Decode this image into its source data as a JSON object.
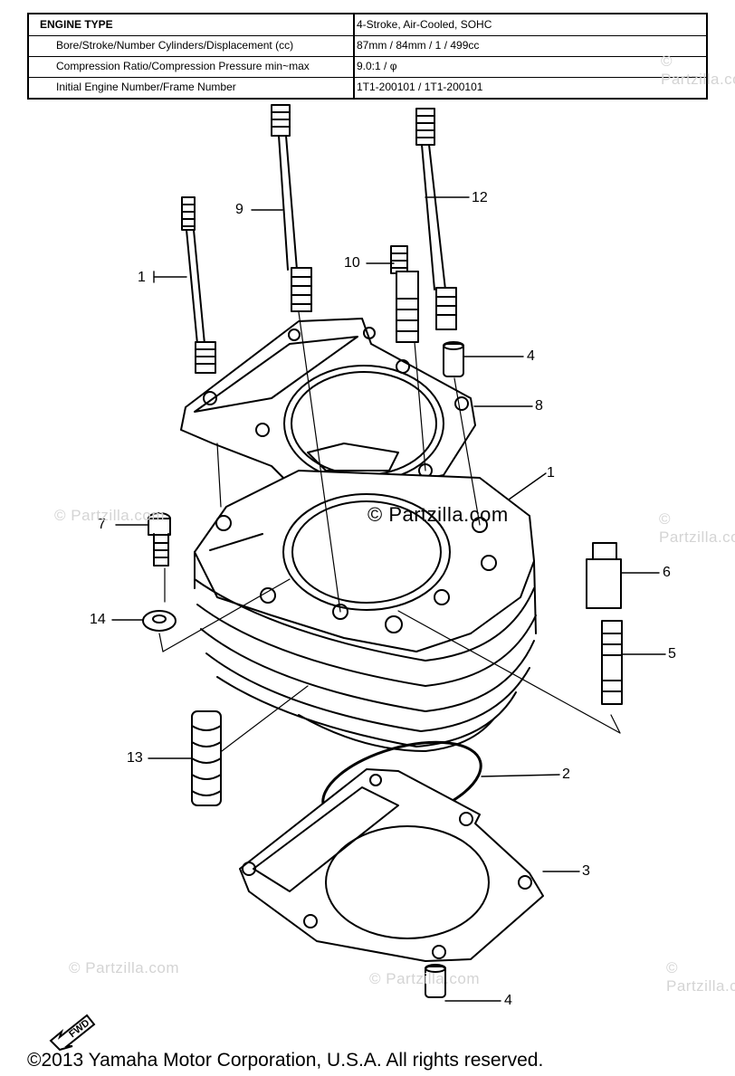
{
  "spec_table": {
    "rows": [
      {
        "label": "ENGINE TYPE",
        "value": "4-Stroke, Air-Cooled, SOHC"
      },
      {
        "label": "Bore/Stroke/Number Cylinders/Displacement (cc)",
        "value": "87mm / 84mm / 1 / 499cc"
      },
      {
        "label": "Compression Ratio/Compression Pressure min~max",
        "value": "9.0:1 / φ"
      },
      {
        "label": "Initial Engine Number/Frame Number",
        "value": "1T1-200101 / 1T1-200101"
      }
    ]
  },
  "callouts": {
    "c1": "1",
    "c1b": "1",
    "c2": "2",
    "c3": "3",
    "c4a": "4",
    "c4b": "4",
    "c5": "5",
    "c6": "6",
    "c7": "7",
    "c8": "8",
    "c9": "9",
    "c10": "10",
    "c12": "12",
    "c13": "13",
    "c14": "14"
  },
  "watermarks": {
    "main": "© Partzilla.com",
    "faint": "© Partzilla.com"
  },
  "fwd_label": "FWD",
  "footer": "©2013 Yamaha Motor Corporation, U.S.A. All rights reserved."
}
